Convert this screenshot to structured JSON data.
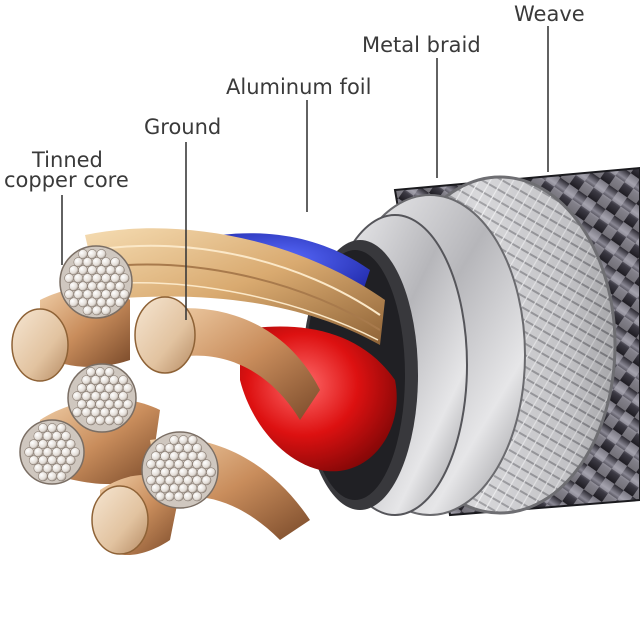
{
  "labels": {
    "tinned_copper_core": {
      "line1": "Tinned",
      "line2": "copper core"
    },
    "ground": "Ground",
    "aluminum_foil": "Aluminum foil",
    "metal_braid": "Metal braid",
    "weave": "Weave"
  },
  "colors": {
    "copper": "#d9a67a",
    "tinned_strand": "#e9e4df",
    "blue_insulation": "#2233cc",
    "red_insulation": "#dd1111",
    "foil_silver": "#c9c9cc",
    "braid_silver": "#d4d4d6",
    "weave_dark": "#3c3a44",
    "leader_line": "#3a3a3a"
  }
}
